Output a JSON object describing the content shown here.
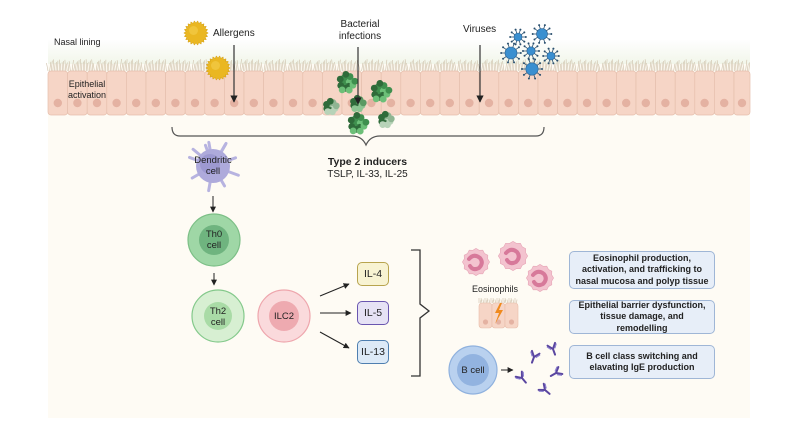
{
  "labels": {
    "nasal_lining": "Nasal lining",
    "epithelial_activation": [
      "Epithelial",
      "activation"
    ],
    "allergens": "Allergens",
    "bacterial_infections": [
      "Bacterial",
      "infections"
    ],
    "viruses": "Viruses",
    "type2_title": "Type 2 inducers",
    "type2_list": "TSLP, IL-33, IL-25",
    "eosinophils": "Eosinophils"
  },
  "cells": {
    "dendritic": [
      "Dendritic",
      "cell"
    ],
    "th0": [
      "Th0",
      "cell"
    ],
    "th2": [
      "Th2",
      "cell"
    ],
    "ilc2": "ILC2",
    "bcell": "B cell"
  },
  "cytokines": [
    {
      "label": "IL-4",
      "fill": "#f8f3d2",
      "border": "#b8a44e"
    },
    {
      "label": "IL-5",
      "fill": "#e6e2f5",
      "border": "#6a56b0"
    },
    {
      "label": "IL-13",
      "fill": "#ddeaf7",
      "border": "#4f7fb0"
    }
  ],
  "outcomes": [
    [
      "Eosinophil production,",
      "activation, and trafficking to",
      "nasal mucosa and polyp tissue"
    ],
    [
      "Epithelial barrier dysfunction,",
      "tissue damage, and remodelling"
    ],
    [
      "B cell class switching and",
      "elavating IgE production"
    ]
  ],
  "colors": {
    "epithelium": "#f6d5c6",
    "nucleus": "#e4b2a2",
    "allergen": "#eab722",
    "virus": "#3a8fd0",
    "bacteria": "#3f8f4e",
    "dendritic": "#aeaadb",
    "th": "#8fcf96",
    "ilc2": "#f5b9bd",
    "bcell": "#a9c6ea",
    "eosinophil": "#f3c3cf",
    "antibody": "#5a46a0",
    "lightning": "#f08a1e"
  }
}
